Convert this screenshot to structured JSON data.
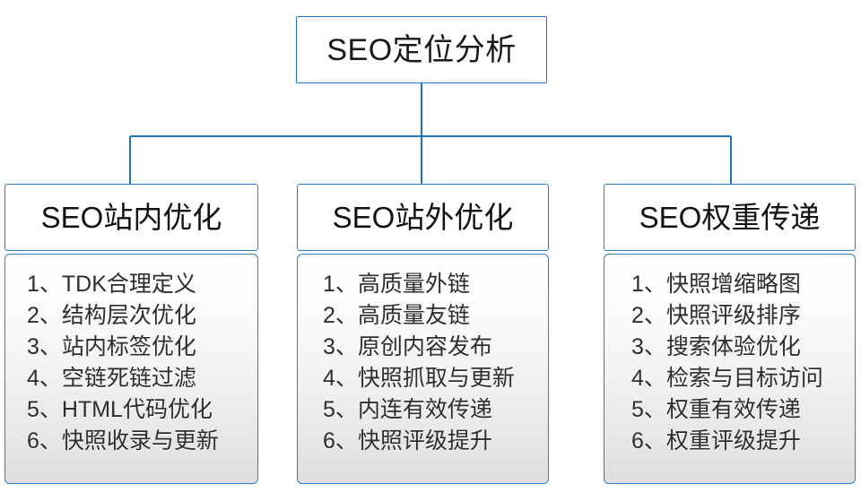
{
  "diagram": {
    "type": "organization-tree",
    "root": {
      "label": "SEO定位分析"
    },
    "branches": [
      {
        "header": "SEO站内优化",
        "items": [
          "1、TDK合理定义",
          "2、结构层次优化",
          "3、站内标签优化",
          "4、空链死链过滤",
          "5、HTML代码优化",
          "6、快照收录与更新"
        ]
      },
      {
        "header": "SEO站外优化",
        "items": [
          "1、高质量外链",
          "2、高质量友链",
          "3、原创内容发布",
          "4、快照抓取与更新",
          "5、内连有效传递",
          "6、快照评级提升"
        ]
      },
      {
        "header": "SEO权重传递",
        "items": [
          "1、快照增缩略图",
          "2、快照评级排序",
          "3、搜索体验优化",
          "4、检索与目标访问",
          "5、权重有效传递",
          "6、权重评级提升"
        ]
      }
    ],
    "colors": {
      "connector": "#1f72c4",
      "root_border": "#1f6fc0",
      "box_border": "#2a7fd0",
      "text": "#1a1a1a",
      "item_text": "#2d2d2d",
      "background": "#ffffff"
    }
  }
}
